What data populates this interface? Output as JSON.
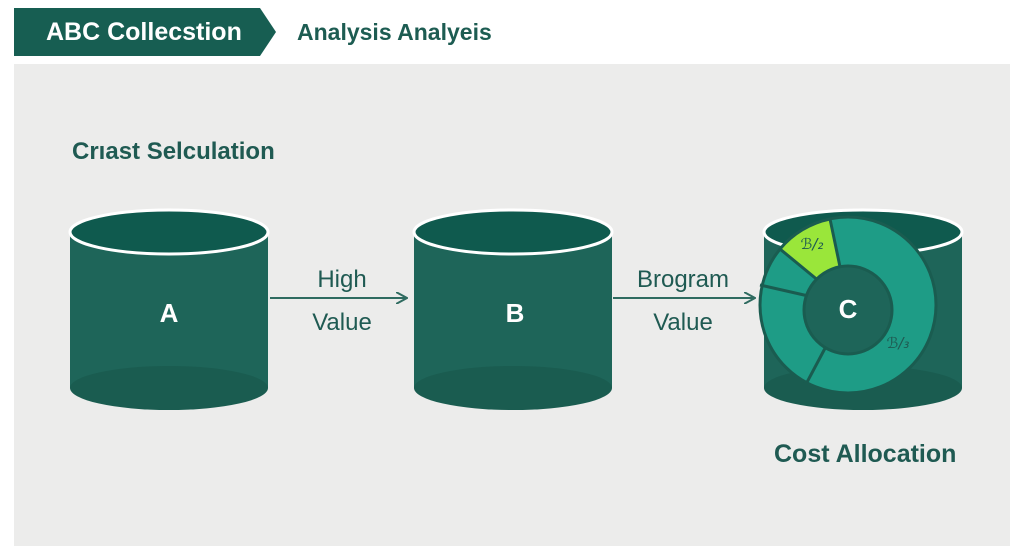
{
  "breadcrumb": {
    "active_step": "ABC Collecstion",
    "next_step": "Analysis Analyeis"
  },
  "section": {
    "title": "Crıast Selculation"
  },
  "nodes": [
    {
      "label": "A"
    },
    {
      "label": "B"
    },
    {
      "label": "C"
    }
  ],
  "arrows": [
    {
      "line1": "High",
      "line2": "Value"
    },
    {
      "line1": "Brogram",
      "line2": "Value"
    }
  ],
  "donut": {
    "slice_top_label": "ℬ/₂",
    "slice_right_label": "ℬ/₃"
  },
  "caption": "Cost Allocation",
  "colors": {
    "primary": "#175e52",
    "cylinder_body": "#1e6559",
    "cylinder_top": "#0f5a4e",
    "cylinder_bottom": "#1a5c50",
    "teal_ring": "#1e9c86",
    "lime": "#9ae63a",
    "arrow": "#2f6b60",
    "panel_bg": "#ececeb"
  }
}
